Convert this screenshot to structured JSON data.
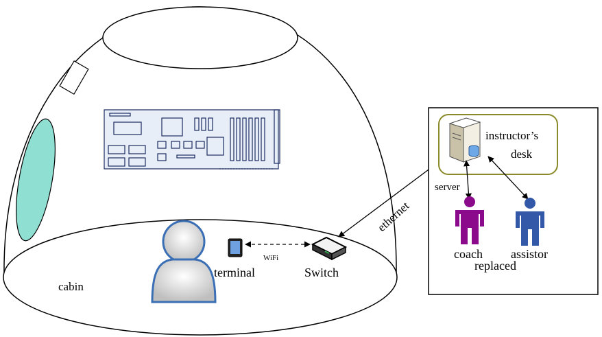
{
  "labels": {
    "cabin": "cabin",
    "terminal": "terminal",
    "wifi": "WiFi",
    "switch": "Switch",
    "ethernet": "ethernet",
    "server": "server",
    "instructors_desk_line1": "instructor’s",
    "instructors_desk_line2": "desk",
    "coach": "coach",
    "assistor": "assistor",
    "replaced": "replaced"
  },
  "colors": {
    "window": "#8fe0d2",
    "coach": "#8b0a8b",
    "assistor": "#3358a8",
    "desk_border": "#8a8a2a",
    "trainee_outline": "#3a6fb5",
    "circuit_board": "#e8eef8"
  }
}
